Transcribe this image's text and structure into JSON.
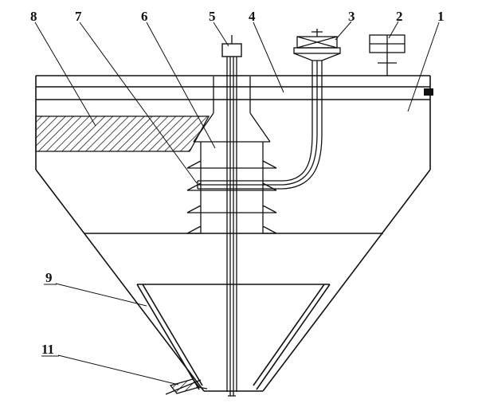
{
  "colors": {
    "ink": "#111111",
    "paper": "#ffffff"
  },
  "callouts": {
    "c1": {
      "label": "1"
    },
    "c2": {
      "label": "2"
    },
    "c3": {
      "label": "3"
    },
    "c4": {
      "label": "4"
    },
    "c5": {
      "label": "5"
    },
    "c6": {
      "label": "6"
    },
    "c7": {
      "label": "7"
    },
    "c8": {
      "label": "8"
    },
    "c9": {
      "label": "9"
    },
    "c11": {
      "label": "11"
    }
  }
}
